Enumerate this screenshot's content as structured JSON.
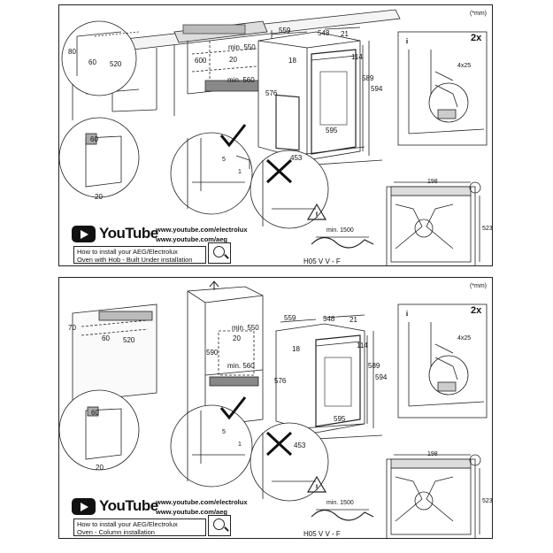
{
  "panels": [
    {
      "unit_note": "(*mm)",
      "dims_cabinet": {
        "d80": "80",
        "d60": "60",
        "d520": "520",
        "d600": "600",
        "d20": "20",
        "min550": "min. 550",
        "min560": "min. 560"
      },
      "dims_oven": {
        "d559": "559",
        "d548": "548",
        "d21": "21",
        "d18": "18",
        "d114": "114",
        "d589": "589",
        "d594": "594",
        "d576": "576",
        "d595": "595",
        "d453": "453",
        "d5": "5",
        "d1": "1"
      },
      "detail_dims": {
        "d60": "60",
        "d20": "20"
      },
      "screws": {
        "qty": "2x",
        "size": "4x25"
      },
      "cable": {
        "length": "min. 1500",
        "type": "H05 V V - F"
      },
      "plan_dims": {
        "d198": "198",
        "d523": "523"
      },
      "youtube": {
        "word": "YouTube",
        "url1": "www.youtube.com/electrolux",
        "url2": "www.youtube.com/aeg",
        "how_line1": "How to install your AEG/Electrolux",
        "how_line2": "Oven with Hob - Built Under installation"
      }
    },
    {
      "unit_note": "(*mm)",
      "dims_cabinet": {
        "d70": "70",
        "d60": "60",
        "d520": "520",
        "d590": "590",
        "d20": "20",
        "min550": "min. 550",
        "min560": "min. 560"
      },
      "dims_oven": {
        "d559": "559",
        "d548": "548",
        "d21": "21",
        "d18": "18",
        "d114": "114",
        "d589": "589",
        "d594": "594",
        "d576": "576",
        "d595": "595",
        "d453": "453",
        "d5": "5",
        "d1": "1"
      },
      "detail_dims": {
        "d60": "60",
        "d20": "20"
      },
      "screws": {
        "qty": "2x",
        "size": "4x25"
      },
      "cable": {
        "length": "min. 1500",
        "type": "H05 V V - F"
      },
      "plan_dims": {
        "d198": "198",
        "d523": "523"
      },
      "youtube": {
        "word": "YouTube",
        "url1": "www.youtube.com/electrolux",
        "url2": "www.youtube.com/aeg",
        "how_line1": "How to install your AEG/Electrolux",
        "how_line2": "Oven - Column installation"
      }
    }
  ],
  "icons": [
    "info-icon",
    "warning-icon",
    "checkmark-icon",
    "cross-icon",
    "search-icon",
    "youtube-play-icon",
    "up-arrow-icon"
  ]
}
